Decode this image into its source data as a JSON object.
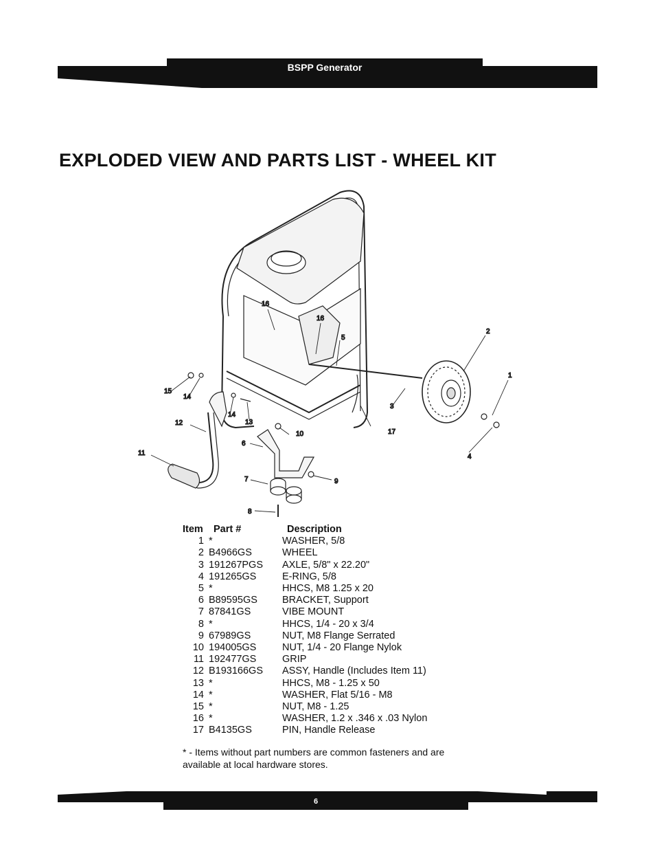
{
  "header": {
    "title": "BSPP Generator"
  },
  "page_title": "EXPLODED VIEW AND PARTS LIST - WHEEL KIT",
  "diagram": {
    "callouts": [
      "16",
      "16",
      "5",
      "2",
      "1",
      "15",
      "14",
      "14",
      "13",
      "12",
      "11",
      "10",
      "6",
      "3",
      "17",
      "4",
      "7",
      "9",
      "8"
    ]
  },
  "parts_table": {
    "headers": {
      "item": "Item",
      "part": "Part #",
      "description": "Description"
    },
    "rows": [
      {
        "item": "1",
        "part": "*",
        "description": "WASHER, 5/8"
      },
      {
        "item": "2",
        "part": "B4966GS",
        "description": "WHEEL"
      },
      {
        "item": "3",
        "part": "191267PGS",
        "description": "AXLE, 5/8\" x 22.20\""
      },
      {
        "item": "4",
        "part": "191265GS",
        "description": "E-RING, 5/8"
      },
      {
        "item": "5",
        "part": "*",
        "description": "HHCS, M8 1.25 x 20"
      },
      {
        "item": "6",
        "part": "B89595GS",
        "description": "BRACKET, Support"
      },
      {
        "item": "7",
        "part": "87841GS",
        "description": "VIBE MOUNT"
      },
      {
        "item": "8",
        "part": "*",
        "description": "HHCS, 1/4 - 20 x 3/4"
      },
      {
        "item": "9",
        "part": "67989GS",
        "description": "NUT, M8 Flange Serrated"
      },
      {
        "item": "10",
        "part": "194005GS",
        "description": "NUT, 1/4 - 20 Flange Nylok"
      },
      {
        "item": "11",
        "part": "192477GS",
        "description": "GRIP"
      },
      {
        "item": "12",
        "part": "B193166GS",
        "description": "ASSY, Handle (Includes Item 11)"
      },
      {
        "item": "13",
        "part": "*",
        "description": "HHCS, M8 - 1.25 x 50"
      },
      {
        "item": "14",
        "part": "*",
        "description": "WASHER, Flat 5/16 - M8"
      },
      {
        "item": "15",
        "part": "*",
        "description": "NUT, M8 - 1.25"
      },
      {
        "item": "16",
        "part": "*",
        "description": "WASHER, 1.2 x .346 x .03 Nylon"
      },
      {
        "item": "17",
        "part": "B4135GS",
        "description": "PIN, Handle Release"
      }
    ]
  },
  "footnote": "* - Items without part numbers are common fasteners and are available at local hardware stores.",
  "footer": {
    "page_number": "6"
  }
}
